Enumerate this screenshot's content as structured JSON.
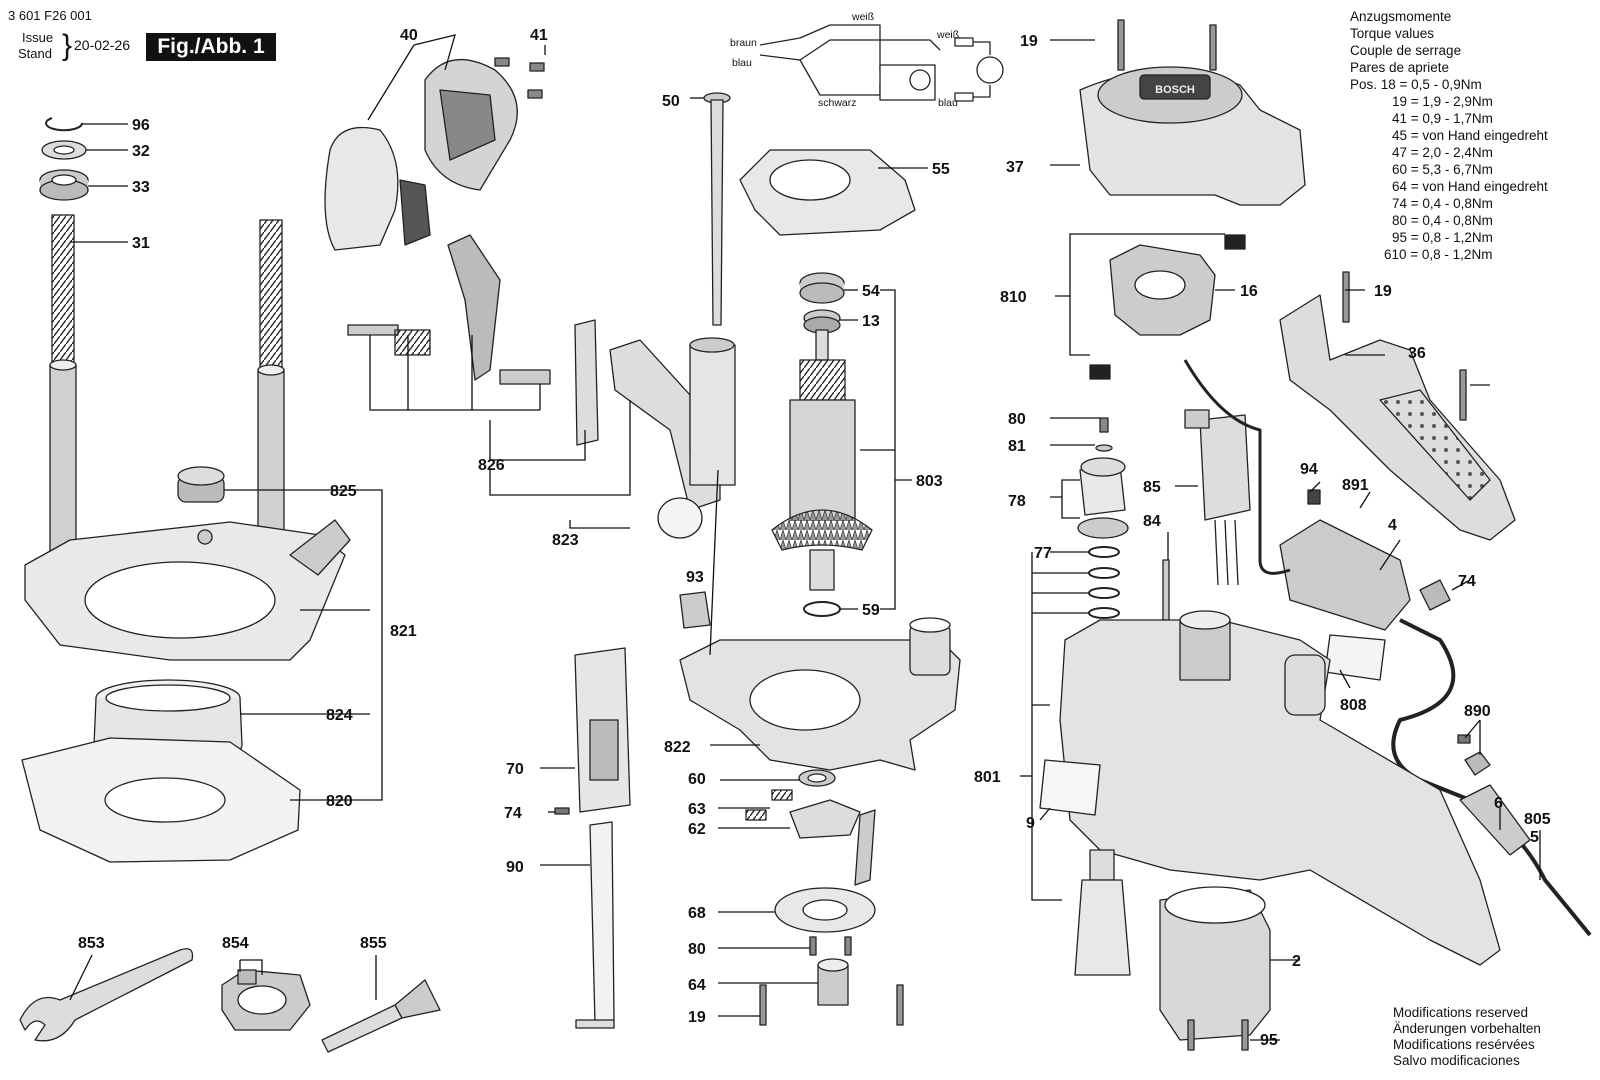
{
  "header": {
    "doc_number": "3 601 F26 001",
    "issue_label": "Issue",
    "stand_label": "Stand",
    "date": "20-02-26",
    "figure_label": "Fig./Abb. 1"
  },
  "torque": {
    "titles": [
      "Anzugsmomente",
      "Torque values",
      "Couple de serrage",
      "Pares de apriete"
    ],
    "prefix": "Pos.",
    "entries": [
      {
        "pos": "18",
        "value": "0,5 - 0,9Nm"
      },
      {
        "pos": "19",
        "value": "1,9 - 2,9Nm"
      },
      {
        "pos": "41",
        "value": "0,9 - 1,7Nm"
      },
      {
        "pos": "45",
        "value": "von Hand eingedreht"
      },
      {
        "pos": "47",
        "value": "2,0 - 2,4Nm"
      },
      {
        "pos": "60",
        "value": "5,3 - 6,7Nm"
      },
      {
        "pos": "64",
        "value": "von Hand eingedreht"
      },
      {
        "pos": "74",
        "value": "0,4 - 0,8Nm"
      },
      {
        "pos": "80",
        "value": "0,4 - 0,8Nm"
      },
      {
        "pos": "95",
        "value": "0,8 - 1,2Nm"
      },
      {
        "pos": "610",
        "value": "0,8 - 1,2Nm"
      }
    ]
  },
  "modifications": [
    "Modifications reserved",
    "Änderungen vorbehalten",
    "Modifications resérvées",
    "Salvo modificaciones"
  ],
  "wiring": {
    "braun": "braun",
    "blau": "blau",
    "weiss": "weiß",
    "schwarz": "schwarz"
  },
  "brand_logo": "BOSCH",
  "callouts": [
    "96",
    "32",
    "33",
    "31",
    "825",
    "821",
    "824",
    "820",
    "853",
    "854",
    "855",
    "40",
    "41",
    "826",
    "823",
    "50",
    "55",
    "54",
    "13",
    "803",
    "59",
    "93",
    "822",
    "70",
    "74",
    "90",
    "60",
    "63",
    "62",
    "68",
    "80",
    "64",
    "19",
    "37",
    "810",
    "16",
    "36",
    "80",
    "81",
    "78",
    "85",
    "84",
    "77",
    "94",
    "891",
    "4",
    "74",
    "808",
    "890",
    "801",
    "9",
    "6",
    "805",
    "5",
    "2",
    "95",
    "19",
    "19"
  ]
}
